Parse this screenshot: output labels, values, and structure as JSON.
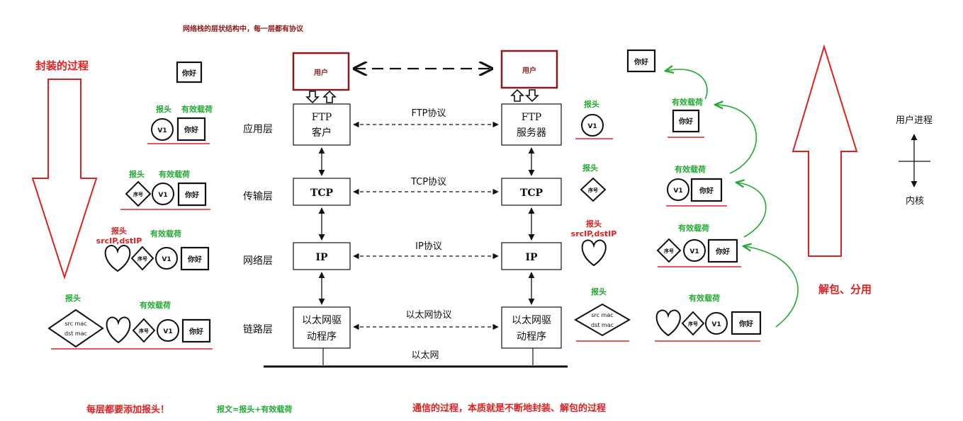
{
  "title": "网络栈的层状结构中，每一层都有协议",
  "encap_title": "封装的过程",
  "decap_label": "解包、分用",
  "bottom": {
    "left_note": "每层都要添加报头！",
    "formula": "报文=报头+有效载荷",
    "center_note": "通信的过程，本质就是不断地封装、解包的过程"
  },
  "user_box": "用户",
  "layers": {
    "app": "应用层",
    "transport": "传输层",
    "network": "网络层",
    "link": "链路层"
  },
  "client": {
    "app": [
      "FTP",
      "客户"
    ],
    "transport": "TCP",
    "network": "IP",
    "link": [
      "以太网驱",
      "动程序"
    ]
  },
  "server": {
    "app": [
      "FTP",
      "服务器"
    ],
    "transport": "TCP",
    "network": "IP",
    "link": [
      "以太网驱",
      "动程序"
    ]
  },
  "protocols": {
    "app": "FTP协议",
    "transport": "TCP协议",
    "network": "IP协议",
    "link": "以太网协议"
  },
  "ethernet": "以太网",
  "packet": {
    "header": "报头",
    "payload": "有效载荷",
    "data": "你好",
    "version": "V1",
    "seq": "序号",
    "ip_header": "报头\nsrcIP,dstIP",
    "ip_header_lines": [
      "报头",
      "srcIP,dstIP"
    ],
    "mac_lines": [
      "src mac",
      "dst mac"
    ]
  },
  "process": {
    "user": "用户进程",
    "kernel": "内核"
  },
  "colors": {
    "red": "#e02020",
    "green": "#22aa33",
    "dark_red": "#8b1a1a",
    "black": "#111111"
  }
}
